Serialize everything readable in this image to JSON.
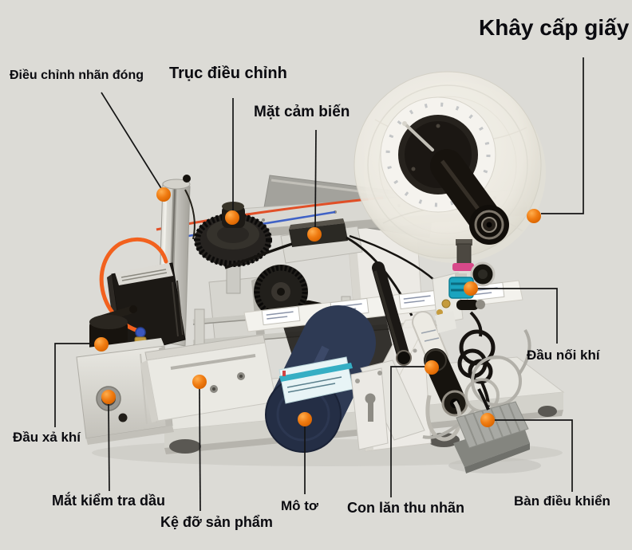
{
  "figure": {
    "type": "annotated-machine-diagram",
    "subject": "labeling machine",
    "background_color": "#dcdbd6",
    "annotation": {
      "dot_color": "#ee7a12",
      "line_color": "#141414",
      "label_color": "#0b0b10"
    }
  },
  "labels": [
    {
      "id": "dieu-chinh-nhan-dong",
      "text": "Điều chỉnh nhãn đóng"
    },
    {
      "id": "truc-dieu-chinh",
      "text": "Trục điều chỉnh"
    },
    {
      "id": "mat-cam-bien",
      "text": "Mặt cảm biến"
    },
    {
      "id": "khay-cap-giay",
      "text": "Khây cấp giấy"
    },
    {
      "id": "dau-noi-khi",
      "text": "Đầu nối khí"
    },
    {
      "id": "dau-xa-khi",
      "text": "Đầu xả khí"
    },
    {
      "id": "mat-kiem-tra-dau",
      "text": "Mắt kiểm tra dầu"
    },
    {
      "id": "ke-do-san-pham",
      "text": "Kệ đỡ sản phẩm"
    },
    {
      "id": "mo-to",
      "text": "Mô tơ"
    },
    {
      "id": "con-lan-thu-nhan",
      "text": "Con lăn thu nhãn"
    },
    {
      "id": "ban-dieu-khien",
      "text": "Bàn điều khiển"
    }
  ]
}
